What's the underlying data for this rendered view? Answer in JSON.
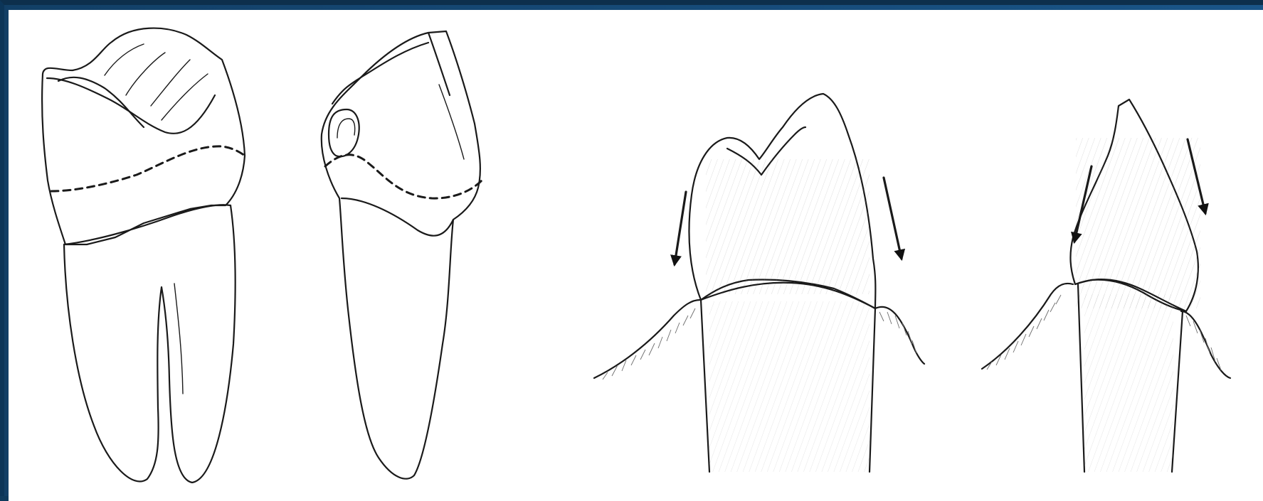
{
  "figure": {
    "panels": [
      {
        "name": "molar-two-root-view",
        "icon": "molar-icon"
      },
      {
        "name": "molar-side-view",
        "icon": "molar-side-icon"
      },
      {
        "name": "premolar-with-gingiva-arrows",
        "icon": "premolar-icon"
      },
      {
        "name": "canine-with-gingiva-arrows",
        "icon": "canine-icon"
      }
    ],
    "colors": {
      "frame": "#0f3a5c",
      "canvas": "#ffffff",
      "line": "#1a1a1a",
      "hatch": "#6d6d6d"
    }
  }
}
